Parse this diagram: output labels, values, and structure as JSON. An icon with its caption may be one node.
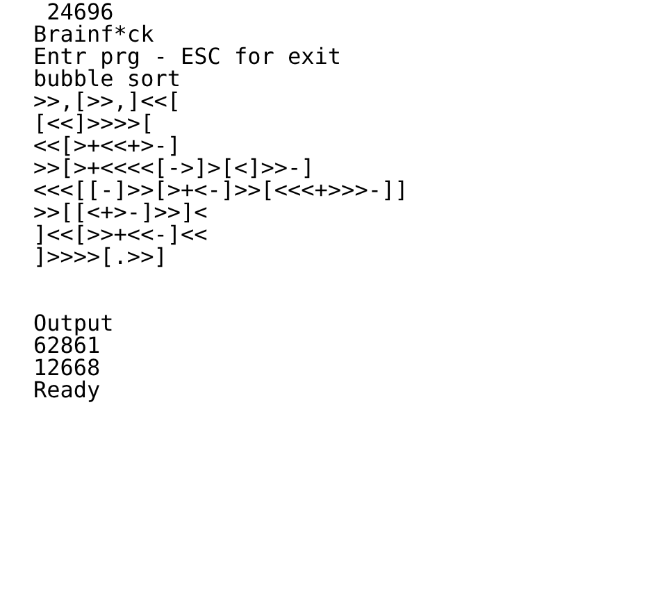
{
  "diagram": {
    "labels": [
      "24696",
      "Brainf*ck",
      "Entr prg - ESC for exit",
      "bubble sort",
      ">>,[>>,]<<[",
      "[<<]>>>>[",
      "<<[>+<<+>-]",
      ">>[>+<<<<[->]>[<]>>-]",
      "<<<[[-]>>[>+<-]>>[<<<+>>>-]]",
      ">>[[<+>-]>>]<",
      "]<<[>>+<<-]<<",
      "]>>>>[.>>]",
      "Output",
      "62861",
      "12668",
      "Ready"
    ]
  }
}
